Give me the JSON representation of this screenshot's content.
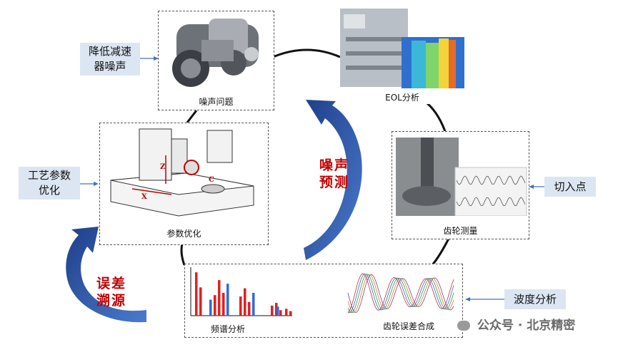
{
  "panels": {
    "noise_problem": "噪声问题",
    "eol_analysis": "EOL分析",
    "gear_measurement": "齿轮测量",
    "gear_error_synthesis": "齿轮误差合成",
    "spectrum_analysis": "频谱分析",
    "parameter_optimization": "参数优化"
  },
  "side_labels": {
    "reduce_noise": [
      "降低减速",
      "器噪声"
    ],
    "process_params": [
      "工艺参数",
      "优化"
    ],
    "entry_point": "切入点",
    "waviness_analysis": "波度分析"
  },
  "arrow_labels": {
    "noise_prediction": [
      "噪声",
      "预测"
    ],
    "error_traceback": [
      "误差",
      "溯源"
    ]
  },
  "machine_axes": {
    "z": "Z",
    "x": "X",
    "c": "C"
  },
  "watermark": "公众号 · 北京精密",
  "spectrum_bars": {
    "red": [
      0.95,
      0.62,
      0.45,
      0.78,
      0.5,
      0.42,
      0.6,
      0.3,
      0.22,
      0.28,
      0.12,
      0.15,
      0.1
    ],
    "blue": [
      0.35,
      0.7,
      0.5,
      0.2
    ]
  },
  "colors": {
    "accent_red": "#c00000",
    "arrow_blue": "#2f5597",
    "label_bg": "#dce6f2"
  }
}
